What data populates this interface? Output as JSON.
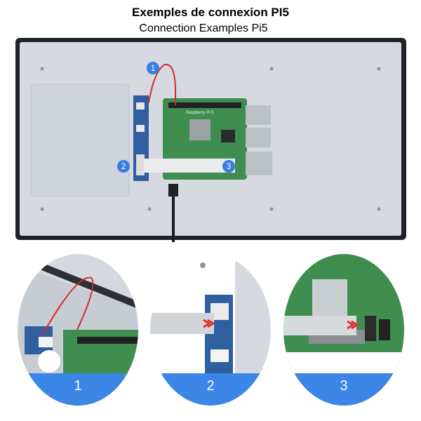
{
  "title_fr": "Exemples de connexion PI5",
  "title_en": "Connection Examples Pi5",
  "callouts": [
    "1",
    "2",
    "3"
  ],
  "board_label": "Raspberry Pi 5",
  "detail_labels": [
    "1",
    "2",
    "3"
  ],
  "colors": {
    "badge": "#3a7de0",
    "banner": "#3b86e6",
    "bezel": "#1f2328",
    "panel": "#d6dae0",
    "pcb": "#3f8d4f",
    "adapter": "#2f5f9e",
    "cable_red": "#d22a2a",
    "arrow_red": "#e0332f"
  }
}
